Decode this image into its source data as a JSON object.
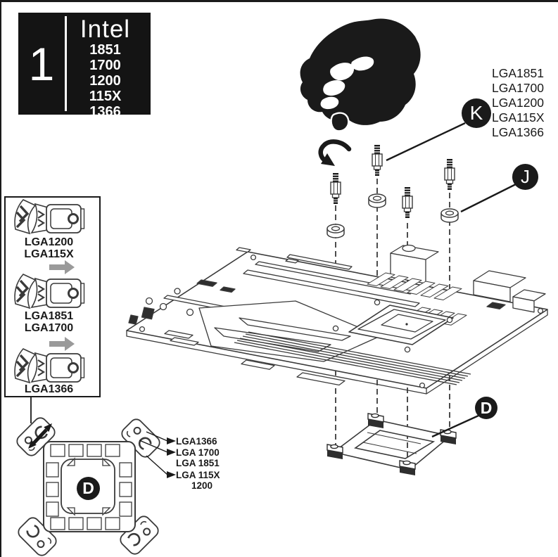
{
  "colors": {
    "ink": "#1a1a1a",
    "line": "#3a3a3a",
    "gray_arrow": "#9a9a9a",
    "bg": "#ffffff"
  },
  "step_box": {
    "number": "1",
    "brand": "Intel",
    "socket_numbers": [
      "1851",
      "1700",
      "1200",
      "115X",
      "1366"
    ]
  },
  "compatibility_list": {
    "items": [
      "LGA1851",
      "LGA1700",
      "LGA1200",
      "LGA115X",
      "LGA1366"
    ]
  },
  "part_badges": {
    "standoff": "K",
    "spacer": "J",
    "backplate_iso": "D",
    "backplate_plan": "D"
  },
  "clip_panel": {
    "clips": [
      {
        "labels": [
          "LGA1200",
          "LGA115X"
        ]
      },
      {
        "labels": [
          "LGA1851",
          "LGA1700"
        ]
      },
      {
        "labels": [
          "LGA1366"
        ]
      }
    ]
  },
  "backplate_callouts": {
    "rows": [
      {
        "lines": [
          "LGA1366"
        ]
      },
      {
        "lines": [
          "LGA 1700",
          "LGA 1851"
        ]
      },
      {
        "lines": [
          "LGA 115X",
          "1200"
        ]
      }
    ]
  },
  "icon_map": {
    "hand-icon": "black pinching-hand silhouette",
    "rotate-arrow-icon": "curved screwing arrow",
    "standoff-screw-icon": "threaded standoff",
    "spacer-ring-icon": "cylindrical spacer",
    "push-clip-icon": "plastic mounting clip",
    "double-arrow-icon": "diagonal double-headed arrow",
    "callout-arrowhead-icon": "solid right arrowhead"
  }
}
